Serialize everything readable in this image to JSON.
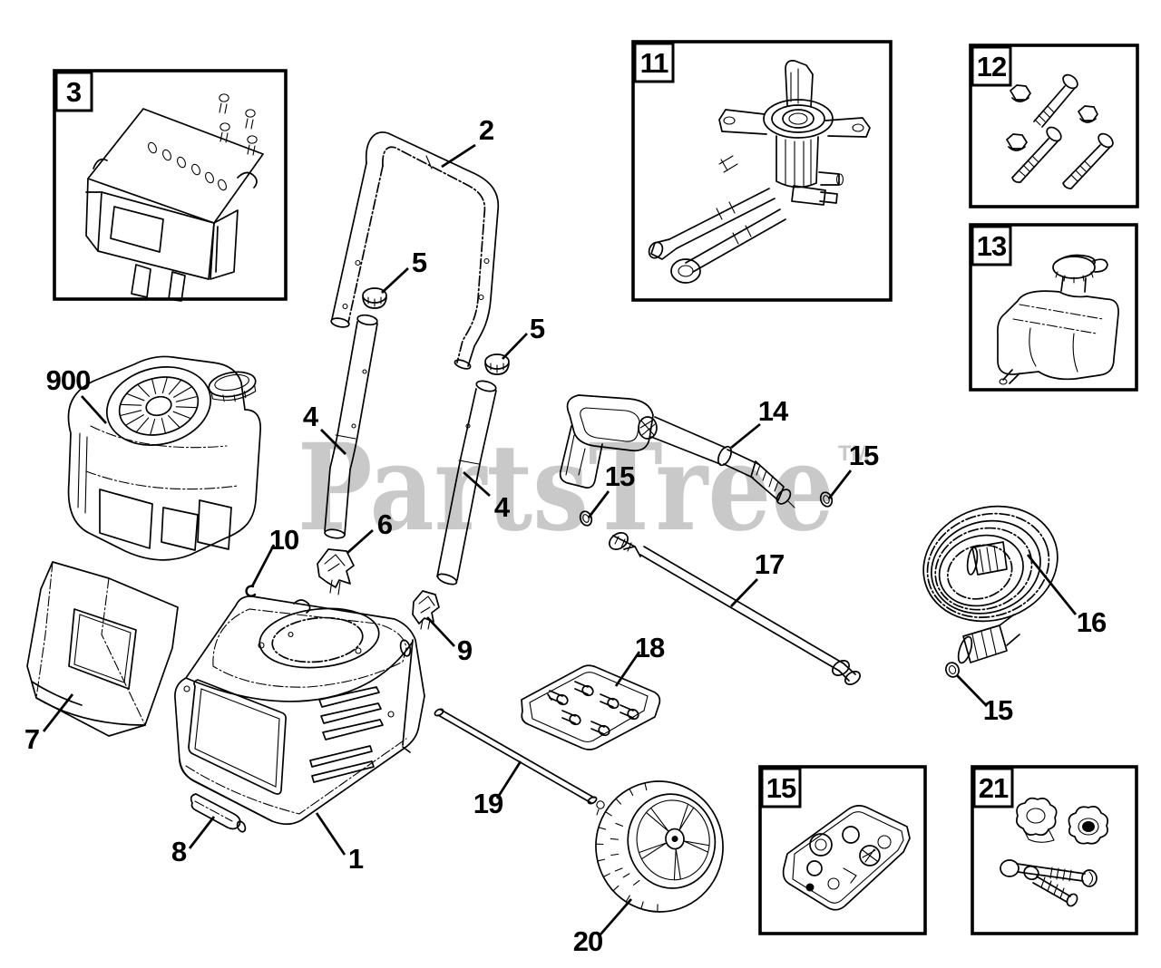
{
  "watermark": {
    "text": "PartsTree",
    "tm": "TM"
  },
  "colors": {
    "line": "#000000",
    "watermark": "#c9c9c9",
    "background": "#ffffff"
  },
  "insets": [
    {
      "label": "3"
    },
    {
      "label": "11"
    },
    {
      "label": "12"
    },
    {
      "label": "13"
    },
    {
      "label": "15"
    },
    {
      "label": "21"
    }
  ],
  "callouts": [
    {
      "label": "2"
    },
    {
      "label": "5"
    },
    {
      "label": "5"
    },
    {
      "label": "900"
    },
    {
      "label": "4"
    },
    {
      "label": "14"
    },
    {
      "label": "15"
    },
    {
      "label": "15"
    },
    {
      "label": "4"
    },
    {
      "label": "6"
    },
    {
      "label": "10"
    },
    {
      "label": "17"
    },
    {
      "label": "16"
    },
    {
      "label": "9"
    },
    {
      "label": "18"
    },
    {
      "label": "7"
    },
    {
      "label": "15"
    },
    {
      "label": "19"
    },
    {
      "label": "8"
    },
    {
      "label": "1"
    },
    {
      "label": "20"
    }
  ]
}
